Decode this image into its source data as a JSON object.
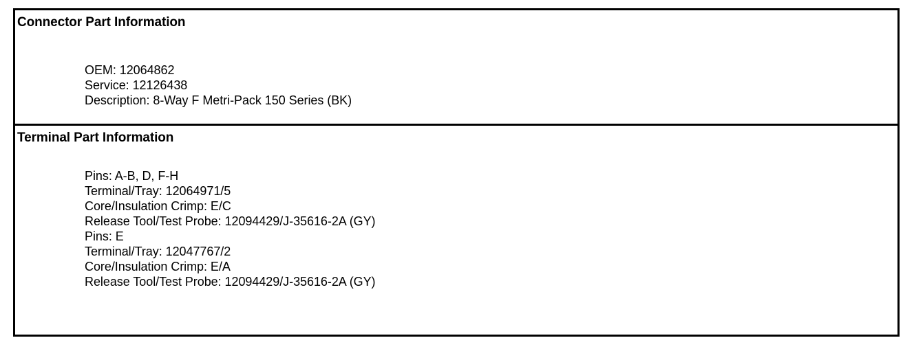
{
  "document": {
    "sections": [
      {
        "id": "connector-part-information",
        "heading": "Connector Part Information",
        "lines": [
          "OEM: 12064862",
          "Service: 12126438",
          "Description: 8-Way F Metri-Pack 150 Series (BK)"
        ]
      },
      {
        "id": "terminal-part-information",
        "heading": "Terminal Part Information",
        "lines": [
          "Pins: A-B, D, F-H",
          "Terminal/Tray: 12064971/5",
          "Core/Insulation Crimp: E/C",
          "Release Tool/Test Probe: 12094429/J-35616-2A (GY)",
          "Pins: E",
          "Terminal/Tray: 12047767/2",
          "Core/Insulation Crimp: E/A",
          "Release Tool/Test Probe: 12094429/J-35616-2A (GY)"
        ]
      }
    ]
  },
  "colors": {
    "border": "#000000",
    "text": "#000000",
    "background": "#ffffff"
  }
}
